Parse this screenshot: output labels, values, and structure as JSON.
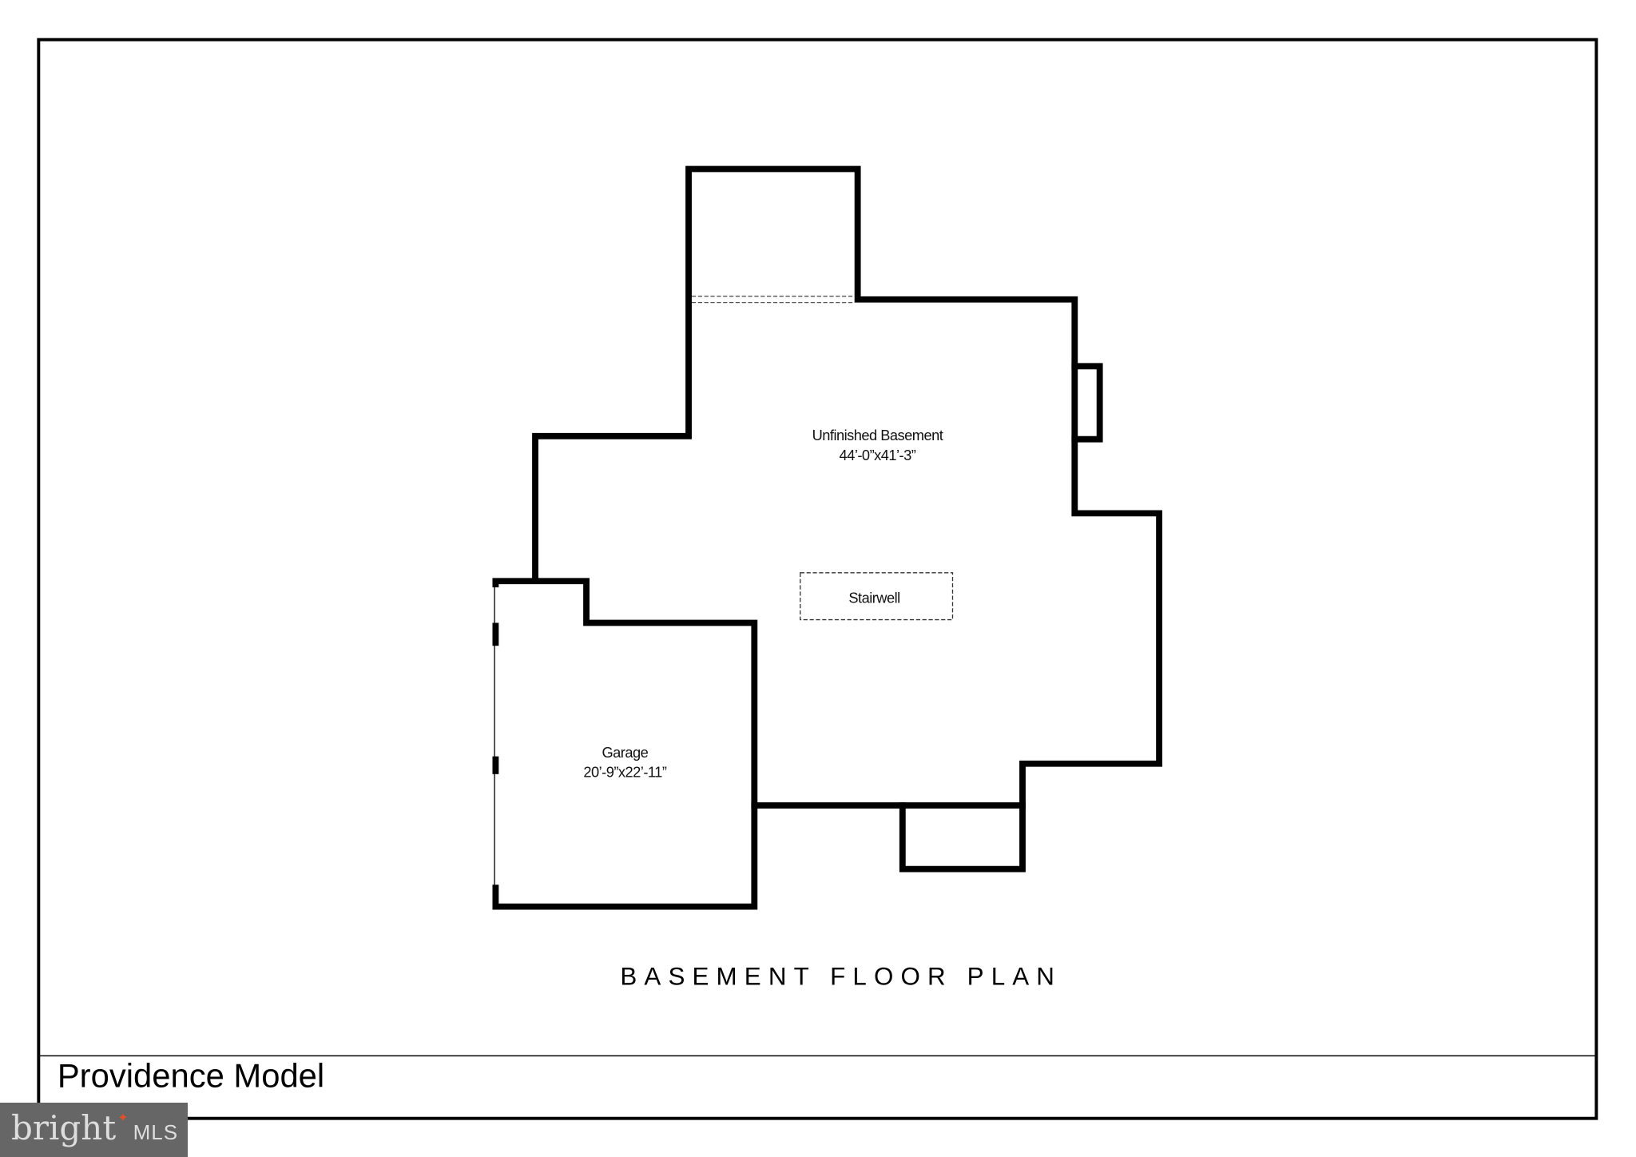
{
  "plan": {
    "title": "BASEMENT FLOOR PLAN",
    "rooms": [
      {
        "name": "Unfinished Basement",
        "size": "44’-0”x41’-3”"
      },
      {
        "name": "Garage",
        "size": "20’-9”x22’-11”"
      }
    ],
    "stairwell_label": "Stairwell"
  },
  "footer": {
    "model_name": "Providence Model"
  },
  "watermark": {
    "brand": "bright",
    "suffix": "MLS",
    "accent_color": "#e0502a"
  }
}
